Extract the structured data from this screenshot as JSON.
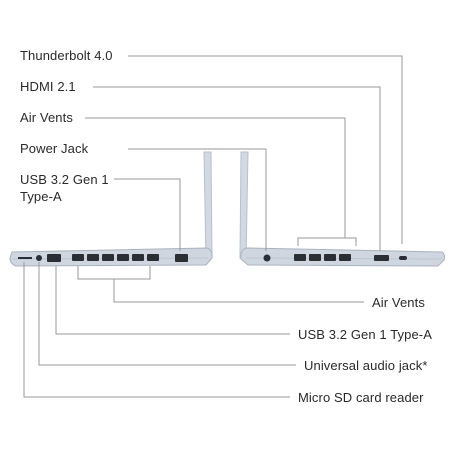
{
  "top_labels": [
    "Thunderbolt 4.0",
    "HDMI 2.1",
    "Air Vents",
    "Power Jack",
    "USB 3.2 Gen 1",
    "Type-A"
  ],
  "bottom_labels": [
    "Air Vents",
    "USB 3.2 Gen 1 Type-A",
    "Universal audio jack*",
    "Micro SD card reader"
  ],
  "colors": {
    "leader_line": "#9a9a9a",
    "laptop_body": "#c9d1dc",
    "laptop_edge": "#a9b3c0",
    "port": "#2b2e33",
    "text": "#2a2a2a"
  }
}
